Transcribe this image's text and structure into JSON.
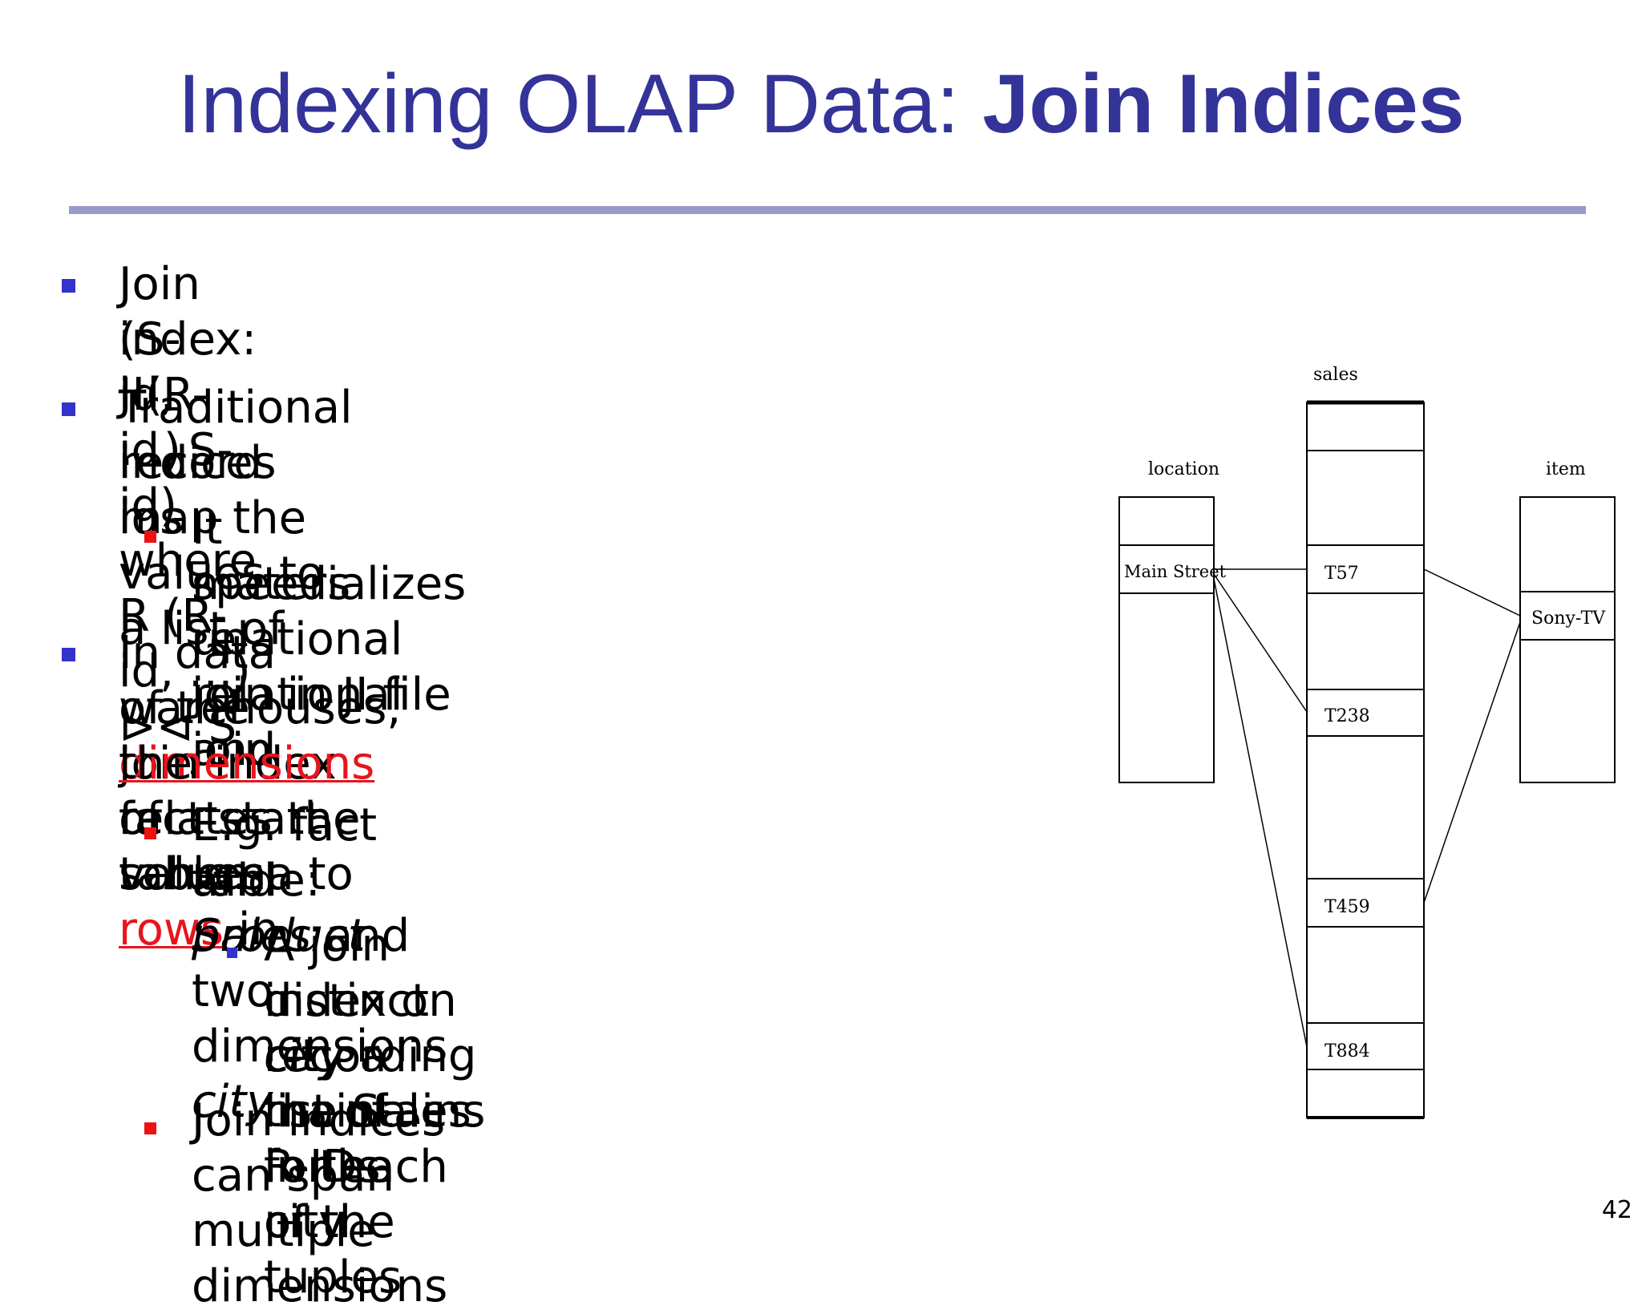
{
  "title": {
    "regular": "Indexing OLAP Data: ",
    "bold": "Join Indices"
  },
  "bullets": {
    "b1_l1": "Join index: JI(R-id, S-id) where R (R-id, …) ⊳⊲ S",
    "b1_l2": "(S-id, …)",
    "b2_l1": "Traditional indices map the values to a list of",
    "b2_l2": "record ids",
    "b2a_l1": "It materializes relational join in JI file and",
    "b2a_l2": "speeds up relational join",
    "b3_l1": "In data warehouses, join index relates the values",
    "b3_l2_a": "of the ",
    "b3_l2_link1": "dimensions",
    "b3_l2_b": " of a start schema to ",
    "b3_l2_link2": "rows",
    "b3_l2_c": " in",
    "b3_l3": "the fact table.",
    "b3a_l1_a": "E.g. fact table: ",
    "b3a_l1_i1": "Sales",
    "b3a_l1_b": " and two dimensions ",
    "b3a_l1_i2": "city",
    "b3a_l2_a": "and ",
    "b3a_l2_i": "product",
    "b3a1_l1_a": "A join index on ",
    "b3a1_l1_i": "city",
    "b3a1_l1_b": " maintains for each",
    "b3a1_l2": "distinct city a list of R-IDs of the tuples",
    "b3a1_l3": "recording the Sales in the city",
    "b3b_l1": "Join indices can span multiple dimensions"
  },
  "diagram": {
    "tables": {
      "sales": "sales",
      "location": "location",
      "item": "item"
    },
    "location_value": "Main Street",
    "item_value": "Sony-TV",
    "sales_rows": [
      "T57",
      "T238",
      "T459",
      "T884"
    ]
  },
  "page_number": "42"
}
